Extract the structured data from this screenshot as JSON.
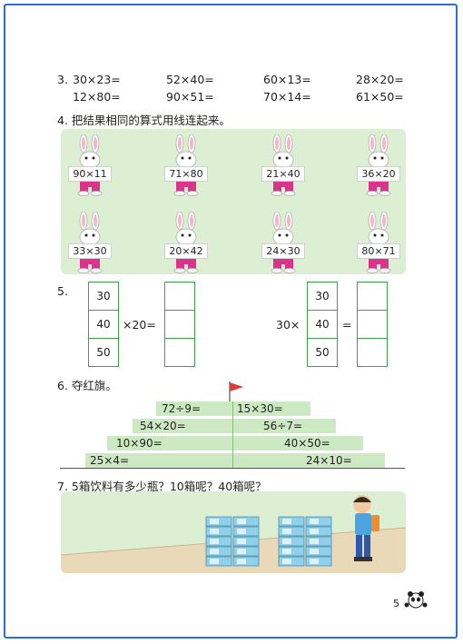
{
  "q3": {
    "label": "3.",
    "rows": [
      [
        "30×23=",
        "52×40=",
        "60×13=",
        "28×20="
      ],
      [
        "12×80=",
        "90×51=",
        "70×14=",
        "61×50="
      ]
    ]
  },
  "q4": {
    "title": "4. 把结果相同的算式用线连起来。",
    "row1": [
      "90×11",
      "71×80",
      "21×40",
      "36×20"
    ],
    "row2": [
      "33×30",
      "20×42",
      "24×30",
      "80×71"
    ]
  },
  "q5": {
    "label": "5.",
    "left_values": [
      "30",
      "40",
      "50"
    ],
    "left_op": "×20=",
    "right_prefix": "30×",
    "right_values": [
      "30",
      "40",
      "50"
    ],
    "right_eq": "="
  },
  "q6": {
    "title": "6. 夺红旗。",
    "tiers": [
      [
        "72÷9=",
        "15×30="
      ],
      [
        "54×20=",
        "56÷7="
      ],
      [
        "10×90=",
        "40×50="
      ],
      [
        "25×4=",
        "24×10="
      ]
    ]
  },
  "q7": {
    "title": "7. 5箱饮料有多少瓶？10箱呢？40箱呢？"
  },
  "page_number": "5",
  "colors": {
    "border": "#2a6fd6",
    "green_bg": "#dcefd3",
    "grid_green": "#3fa04a",
    "flag": "#e53935"
  }
}
